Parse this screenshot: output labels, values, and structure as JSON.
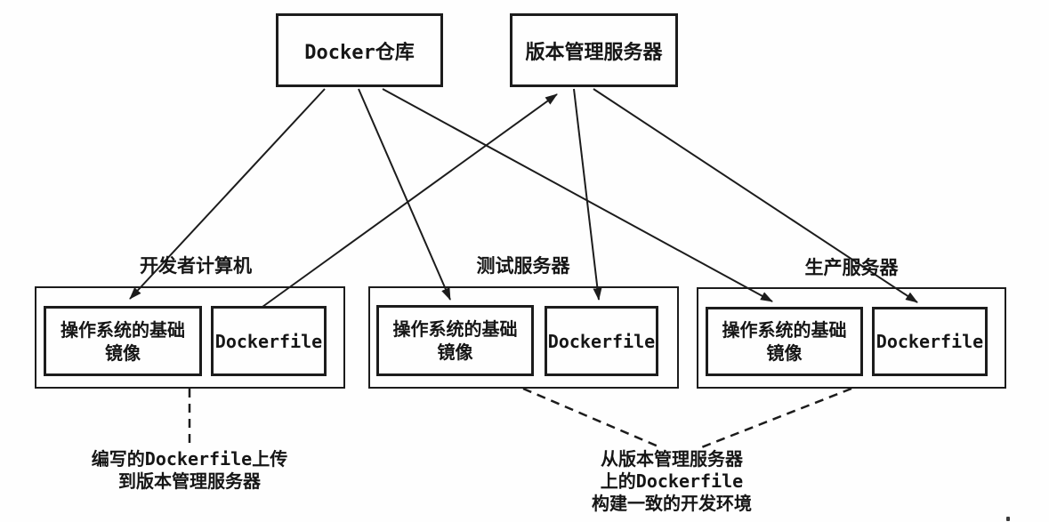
{
  "diagram": {
    "title_hint": "Docker workflow diagram",
    "top_nodes": [
      {
        "id": "docker-registry",
        "label": "Docker仓库"
      },
      {
        "id": "version-control-server",
        "label": "版本管理服务器"
      }
    ],
    "groups": [
      {
        "id": "developer-computer",
        "title": "开发者计算机",
        "base_image": {
          "lines": [
            "操作系统的基础",
            "镜像"
          ]
        },
        "dockerfile_label": "Dockerfile"
      },
      {
        "id": "test-server",
        "title": "测试服务器",
        "base_image": {
          "lines": [
            "操作系统的基础",
            "镜像"
          ]
        },
        "dockerfile_label": "Dockerfile"
      },
      {
        "id": "production-server",
        "title": "生产服务器",
        "base_image": {
          "lines": [
            "操作系统的基础",
            "镜像"
          ]
        },
        "dockerfile_label": "Dockerfile"
      }
    ],
    "annotations": [
      {
        "id": "upload-note",
        "lines": [
          "编写的Dockerfile上传",
          "到版本管理服务器"
        ]
      },
      {
        "id": "build-note",
        "lines": [
          "从版本管理服务器",
          "上的Dockerfile",
          "构建一致的开发环境"
        ]
      }
    ],
    "connections": [
      {
        "from": "docker-registry",
        "to": "developer-computer.base-image",
        "style": "solid-arrow"
      },
      {
        "from": "docker-registry",
        "to": "test-server.base-image",
        "style": "solid-arrow"
      },
      {
        "from": "docker-registry",
        "to": "production-server.base-image",
        "style": "solid-arrow"
      },
      {
        "from": "developer-computer.dockerfile",
        "to": "version-control-server",
        "style": "solid-arrow"
      },
      {
        "from": "version-control-server",
        "to": "test-server.dockerfile",
        "style": "solid-arrow"
      },
      {
        "from": "version-control-server",
        "to": "production-server.dockerfile",
        "style": "solid-arrow"
      },
      {
        "from": "developer-computer",
        "to": "upload-note",
        "style": "dashed"
      },
      {
        "from": "test-server",
        "to": "build-note",
        "style": "dashed"
      },
      {
        "from": "production-server",
        "to": "build-note",
        "style": "dashed"
      }
    ],
    "colors": {
      "background": "#fefefe",
      "line": "#1c1c1c",
      "text": "#161616"
    }
  }
}
